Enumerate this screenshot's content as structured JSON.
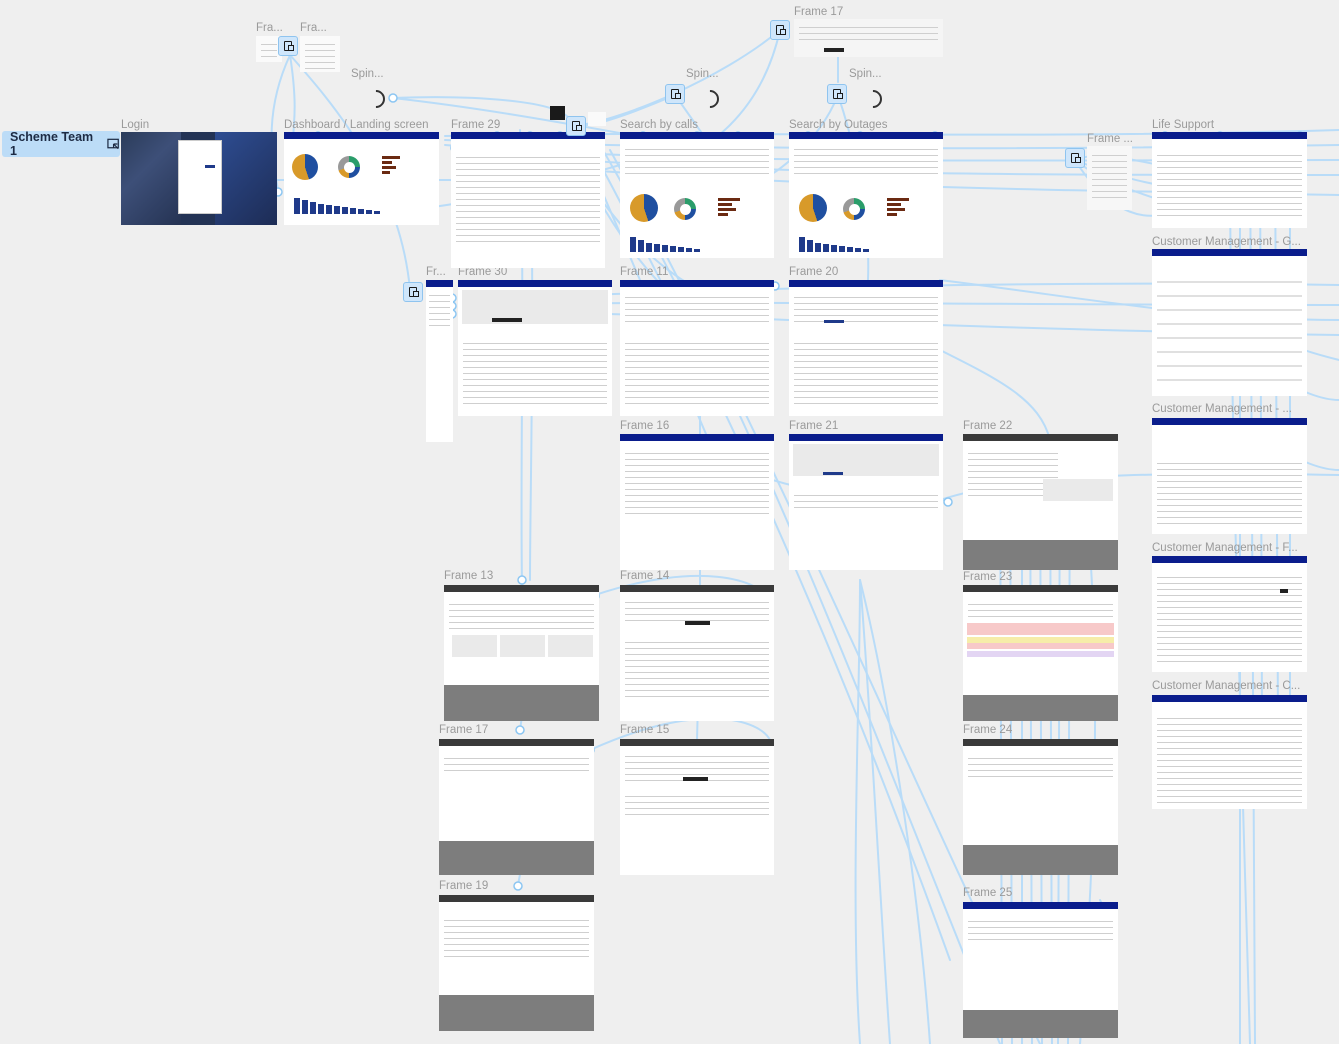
{
  "badge": {
    "label": "Scheme Team 1"
  },
  "frames": {
    "fra1": "Fra...",
    "fra2": "Fra...",
    "frame17_top": "Frame 17",
    "spin1": "Spin...",
    "spin2": "Spin...",
    "spin3": "Spin...",
    "login": "Login",
    "dashboard": "Dashboard / Landing screen",
    "frame29": "Frame 29",
    "search_calls": "Search by calls",
    "search_outages": "Search by Outages",
    "frame_dots": "Frame ...",
    "life_support": "Life Support",
    "fr_small": "Fr...",
    "frame30": "Frame 30",
    "frame11": "Frame 11",
    "frame20": "Frame 20",
    "cm_g": "Customer Management - G...",
    "cm_dash": "Customer Management - ...",
    "frame16": "Frame 16",
    "frame21": "Frame 21",
    "frame22": "Frame 22",
    "cm_f": "Customer Management - F...",
    "frame13": "Frame 13",
    "frame14": "Frame 14",
    "frame23": "Frame 23",
    "cm_c": "Customer Management - C...",
    "frame17": "Frame 17",
    "frame15": "Frame 15",
    "frame24": "Frame 24",
    "frame19": "Frame 19",
    "frame25": "Frame 25"
  },
  "colors": {
    "canvas": "#efefef",
    "brand_nav": "#0a1d8c",
    "connector": "#b9dcf8",
    "badge_bg": "#bcdcf7",
    "label_gray": "#9a9a9a"
  },
  "icons": {
    "badge": "present-icon",
    "prototype_node": "interaction-node-icon",
    "spinner": "spinner-icon"
  }
}
